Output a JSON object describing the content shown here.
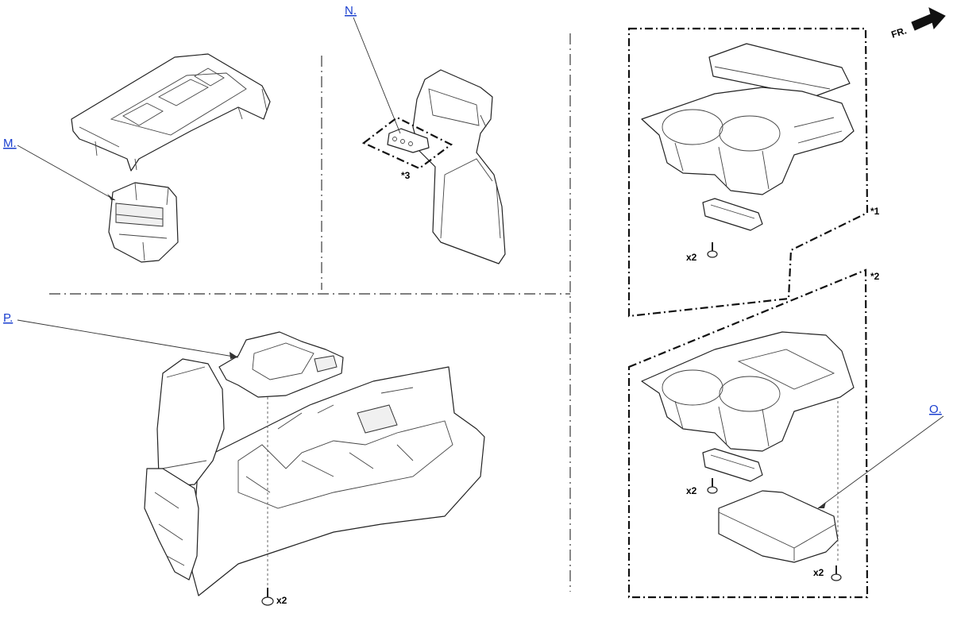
{
  "direction_indicator": "FR.",
  "callouts": {
    "m": "M.",
    "n": "N.",
    "o": "O.",
    "p": "P."
  },
  "notes": {
    "star1": "*1",
    "star2": "*2",
    "star3": "*3"
  },
  "fastener_counts": {
    "bottom_console": "x2",
    "upper_cupholder": "x2",
    "lower_cupholder": "x2",
    "module": "x2"
  }
}
